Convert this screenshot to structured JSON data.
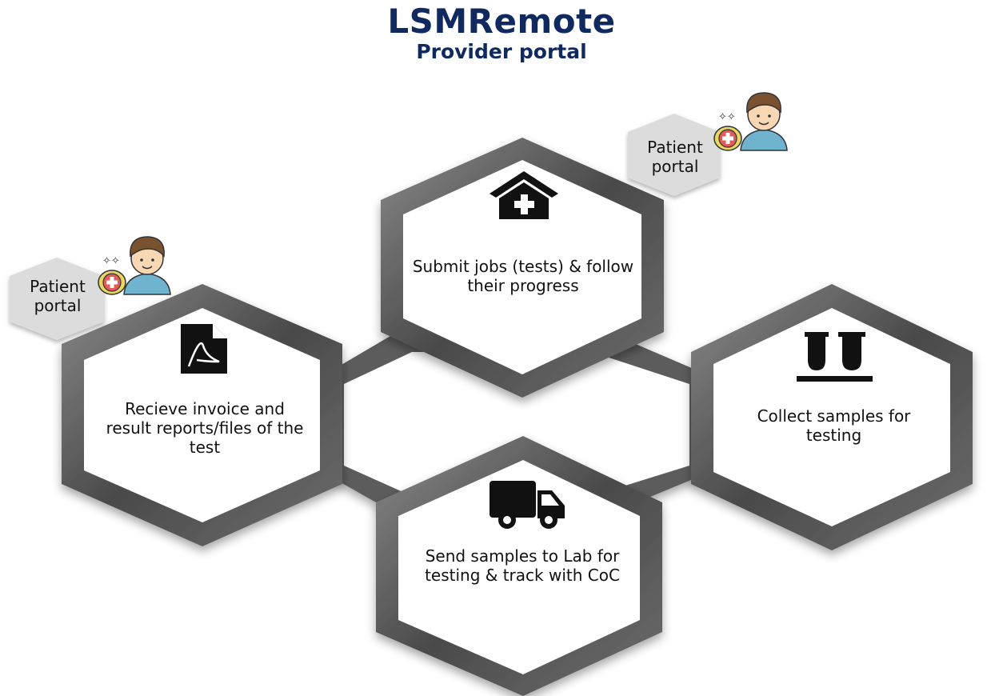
{
  "header": {
    "title": "LSMRemote",
    "subtitle": "Provider portal"
  },
  "patient_portal_badges": [
    {
      "label_line1": "Patient",
      "label_line2": "portal"
    },
    {
      "label_line1": "Patient",
      "label_line2": "portal"
    }
  ],
  "hexagons": [
    {
      "icon": "hospital-icon",
      "text": "Submit jobs (tests) & follow their progress"
    },
    {
      "icon": "test-tubes-icon",
      "text": "Collect samples for testing"
    },
    {
      "icon": "truck-icon",
      "text": "Send samples to Lab for testing & track with CoC"
    },
    {
      "icon": "pdf-file-icon",
      "text": "Recieve invoice and result reports/files of the test"
    }
  ],
  "colors": {
    "title": "#10295e",
    "hex_border": "#5a5a5a",
    "badge_fill": "#dcdcdc",
    "icon": "#111111"
  }
}
